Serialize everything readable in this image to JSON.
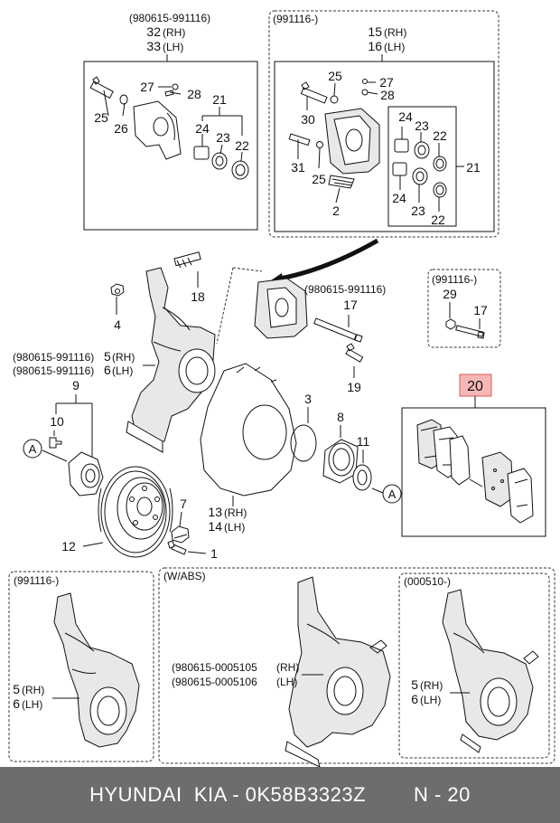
{
  "panels": {
    "caliper_early": {
      "date_range": "(980615-991116)",
      "pos_rh": "32",
      "rh": "(RH)",
      "pos_lh": "33",
      "lh": "(LH)"
    },
    "caliper_late": {
      "date_range": "(991116-)",
      "pos_rh": "15",
      "rh": "(RH)",
      "pos_lh": "16",
      "lh": "(LH)"
    },
    "bolt_late": {
      "date_range": "(991116-)"
    },
    "brake_disc": {
      "date_range": "(980615-991116)"
    },
    "knuckle_early": {
      "date_range": "(980615-991116)",
      "pos_rh": "5",
      "rh": "(RH)",
      "pos_lh": "6",
      "lh": "(LH)"
    },
    "dust_cover": {
      "pos_rh": "13",
      "rh": "(RH)",
      "pos_lh": "14",
      "lh": "(LH)"
    },
    "pad_kit": {
      "pos": "20"
    },
    "knuckle_991116": {
      "date_range": "(991116-)",
      "pos_rh": "5",
      "rh": "(RH)",
      "pos_lh": "6",
      "lh": "(LH)"
    },
    "knuckle_abs": {
      "title": "(W/ABS)",
      "date_rh": "(980615-0005105",
      "rh": "(RH)",
      "date_lh": "(980615-0005106",
      "lh": "(LH)"
    },
    "knuckle_000510": {
      "date_range": "(000510-)",
      "pos_rh": "5",
      "rh": "(RH)",
      "pos_lh": "6",
      "lh": "(LH)"
    }
  },
  "callouts": {
    "p25a": "25",
    "p26": "26",
    "p27a": "27",
    "p28a": "28",
    "p21a": "21",
    "p24a": "24",
    "p23a": "23",
    "p22a": "22",
    "p25b": "25",
    "p27b": "27",
    "p28b": "28",
    "p30": "30",
    "p24b": "24",
    "p23b": "23",
    "p22b": "22",
    "p31": "31",
    "p25c": "25",
    "p21b": "21",
    "p24c": "24",
    "p2": "2",
    "p23c": "23",
    "p22c": "22",
    "p18": "18",
    "p4": "4",
    "p17a": "17",
    "p19": "19",
    "p29": "29",
    "p17b": "17",
    "p9": "9",
    "p10": "10",
    "p3": "3",
    "p8": "8",
    "p11": "11",
    "p7": "7",
    "p12": "12",
    "p1": "1",
    "ref_a_left": "A",
    "ref_a_right": "A"
  },
  "footer": {
    "brand": "HYUNDAI  KIA - 0K58B3323Z",
    "page": "N - 20"
  },
  "colors": {
    "pad_highlight_fill": "#f7b6b6",
    "pad_highlight_stroke": "#d06060",
    "footer_bg": "#6d6d6d"
  }
}
